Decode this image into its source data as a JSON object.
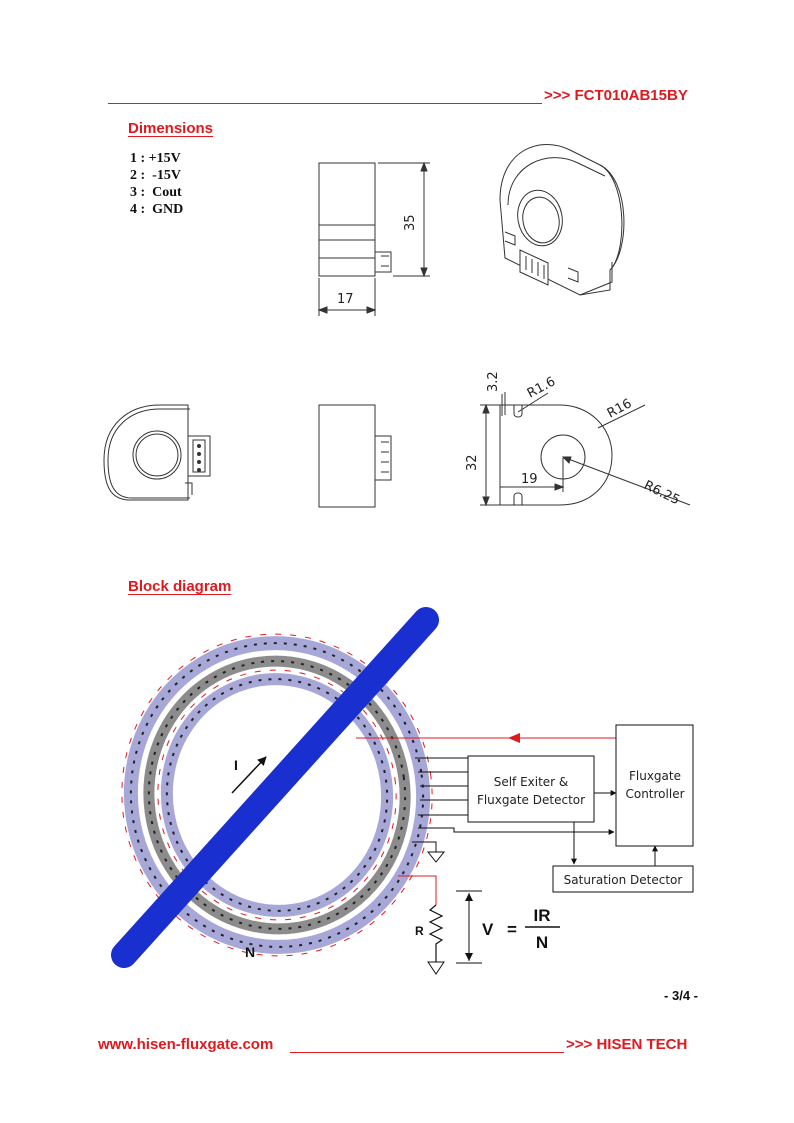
{
  "header": {
    "model": ">>> FCT010AB15BY"
  },
  "sections": {
    "dimensions": "Dimensions",
    "block_diagram": "Block diagram"
  },
  "pins": [
    {
      "text": "1 : +15V"
    },
    {
      "text": "2 :  -15V"
    },
    {
      "text": "3 :  Cout"
    },
    {
      "text": "4 :  GND"
    }
  ],
  "dimensions": {
    "height": "35",
    "width": "17",
    "tab_height": "3.2",
    "slot_radius": "R1.6",
    "outer_radius": "R16",
    "overall_height": "32",
    "center_offset": "19",
    "hole_radius": "R6.25"
  },
  "block": {
    "exciter_line1": "Self Exiter &",
    "exciter_line2": "Fluxgate Detector",
    "controller_line1": "Fluxgate",
    "controller_line2": "Controller",
    "saturation": "Saturation Detector",
    "current_label": "I",
    "turns_label": "N",
    "resistor_label": "R",
    "formula_v": "V",
    "formula_eq": "=",
    "formula_num": "IR",
    "formula_den": "N"
  },
  "page_number": "- 3/4 -",
  "footer": {
    "website": "www.hisen-fluxgate.com",
    "company": ">>> HISEN TECH"
  },
  "colors": {
    "accent": "#e0191e",
    "conductor": "#1a2fd0",
    "core": "#a8a8d8",
    "winding": "#222222"
  }
}
